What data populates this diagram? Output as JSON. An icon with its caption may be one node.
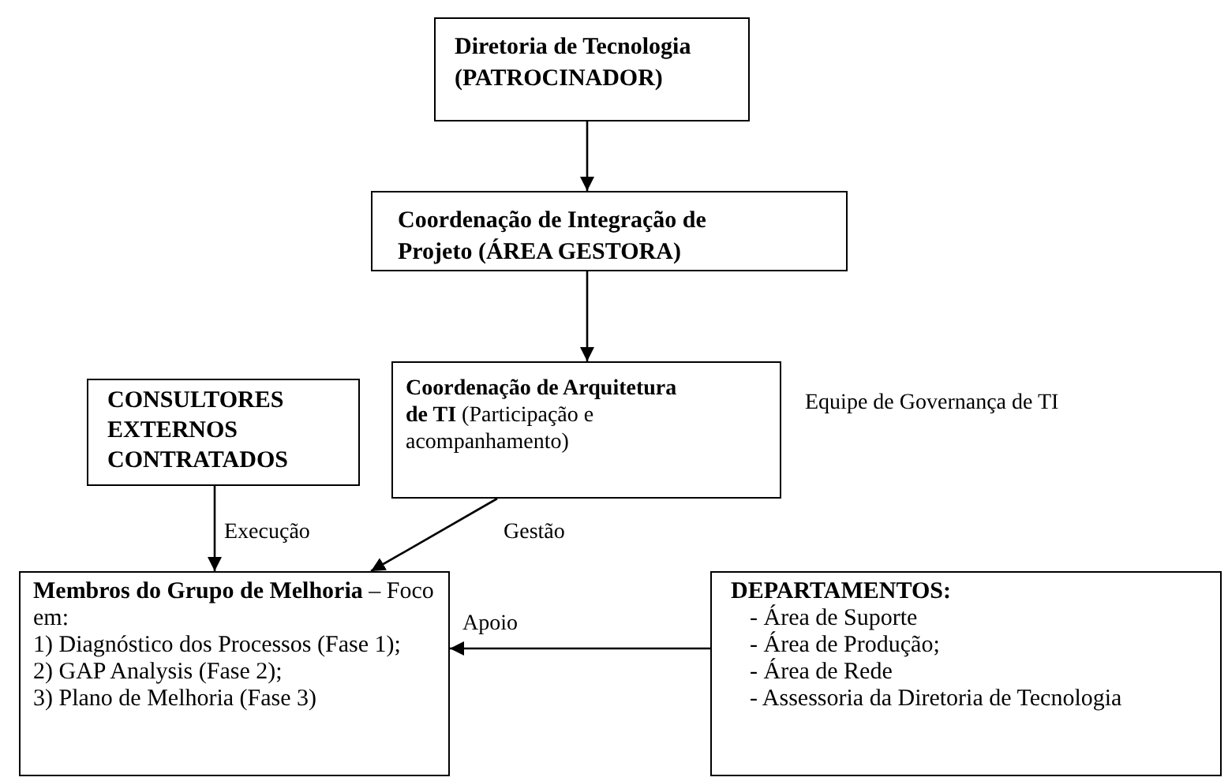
{
  "diagram": {
    "nodes": [
      {
        "text": [
          "Diretoria de Tecnologia (PATROCINADOR)"
        ]
      },
      {
        "text": [
          "Coordenação de Integração de Projeto (ÁREA GESTORA)"
        ]
      },
      {
        "text": [
          "**Coordenação de Arquitetura de TI** (Participação e acompanhamento)"
        ],
        "beside": [
          "Equipe de Governança de TI"
        ]
      },
      {
        "text": [
          "CONSULTORES EXTERNOS CONTRATADOS"
        ]
      },
      {
        "text": [
          "**Membros do Grupo de Melhoria** – Foco em:",
          "1) Diagnóstico dos Processos (Fase 1);",
          "2) GAP Analysis (Fase 2);",
          "3) Plano de Melhoria (Fase 3)"
        ]
      },
      {
        "text": [
          "DEPARTAMENTOS:",
          "- Área de Suporte",
          "- Área de Produção;",
          "- Área de Rede",
          "- Assessoria da Diretoria de Tecnologia"
        ]
      }
    ],
    "edges": [
      {
        "from": 0,
        "to": 1,
        "arrow": "to"
      },
      {
        "from": 1,
        "to": 2,
        "arrow": "to"
      },
      {
        "from": 3,
        "to": 4,
        "arrow": "to",
        "label": "Execução"
      },
      {
        "from": 2,
        "to": 4,
        "arrow": "to",
        "label": "Gestão"
      },
      {
        "from": 5,
        "to": 4,
        "arrow": "to",
        "label": "Apoio"
      }
    ]
  }
}
